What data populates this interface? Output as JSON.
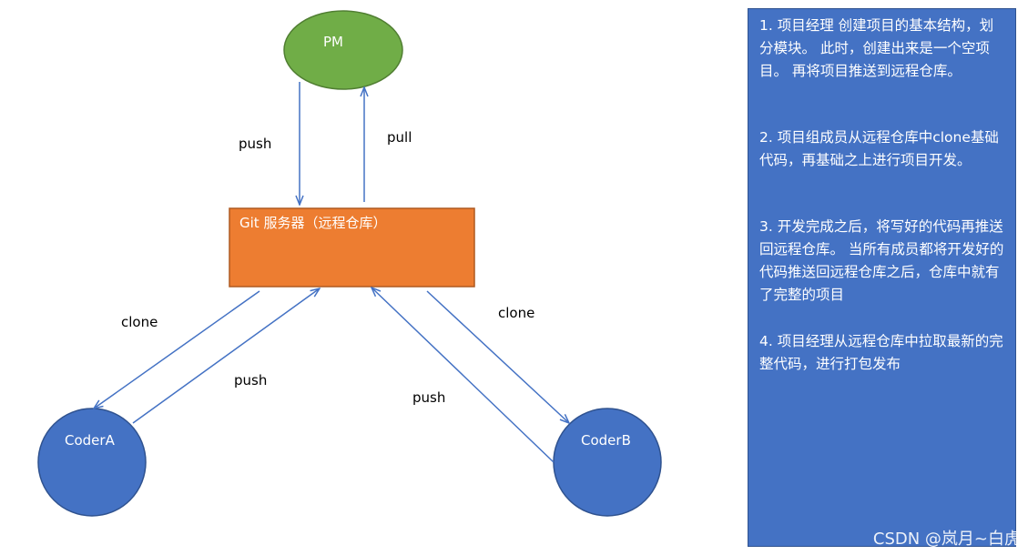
{
  "nodes": {
    "pm": "PM",
    "server": "Git 服务器（远程仓库）",
    "coder_a": "CoderA",
    "coder_b": "CoderB"
  },
  "edges": {
    "pm_push": "push",
    "pm_pull": "pull",
    "a_clone": "clone",
    "a_push": "push",
    "b_clone": "clone",
    "b_push": "push"
  },
  "notes": [
    "1. 项目经理 创建项目的基本结构，划分模块。 此时，创建出来是一个空项目。 再将项目推送到远程仓库。",
    "2. 项目组成员从远程仓库中clone基础代码，再基础之上进行项目开发。",
    "3. 开发完成之后，将写好的代码再推送回远程仓库。 当所有成员都将开发好的代码推送回远程仓库之后，仓库中就有了完整的项目",
    "4. 项目经理从远程仓库中拉取最新的完整代码，进行打包发布"
  ],
  "watermark": "CSDN @岚月~白虎",
  "colors": {
    "pm_fill": "#70ad47",
    "server_fill": "#ed7d31",
    "coder_fill": "#4472c4",
    "arrow": "#4472c4",
    "panel": "#4472c4"
  }
}
